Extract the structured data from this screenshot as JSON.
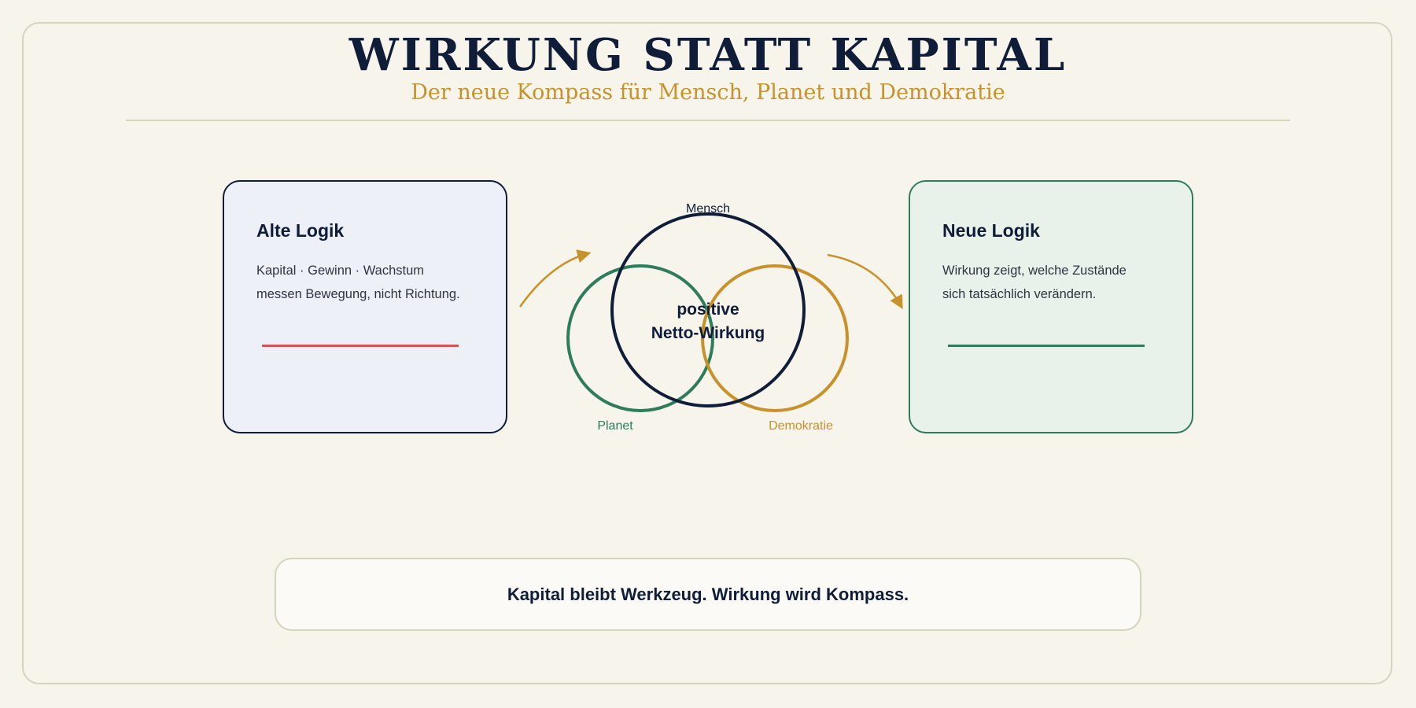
{
  "header": {
    "title": "WIRKUNG STATT KAPITAL",
    "subtitle": "Der neue Kompass für Mensch, Planet und Demokratie"
  },
  "old_logic": {
    "heading": "Alte Logik",
    "line1": "Kapital · Gewinn · Wachstum",
    "line2": "messen Bewegung, nicht Richtung."
  },
  "new_logic": {
    "heading": "Neue Logik",
    "line1": "Wirkung zeigt, welche Zustände",
    "line2": "sich tatsächlich verändern."
  },
  "venn": {
    "center_line1": "positive",
    "center_line2": "Netto-Wirkung",
    "labels": {
      "mensch": "Mensch",
      "planet": "Planet",
      "demokratie": "Demokratie"
    }
  },
  "footer": {
    "statement": "Kapital bleibt Werkzeug. Wirkung wird Kompass."
  },
  "colors": {
    "navy": "#0f1d38",
    "green": "#2d7d5b",
    "gold": "#c8922b",
    "red": "#d9534f"
  }
}
